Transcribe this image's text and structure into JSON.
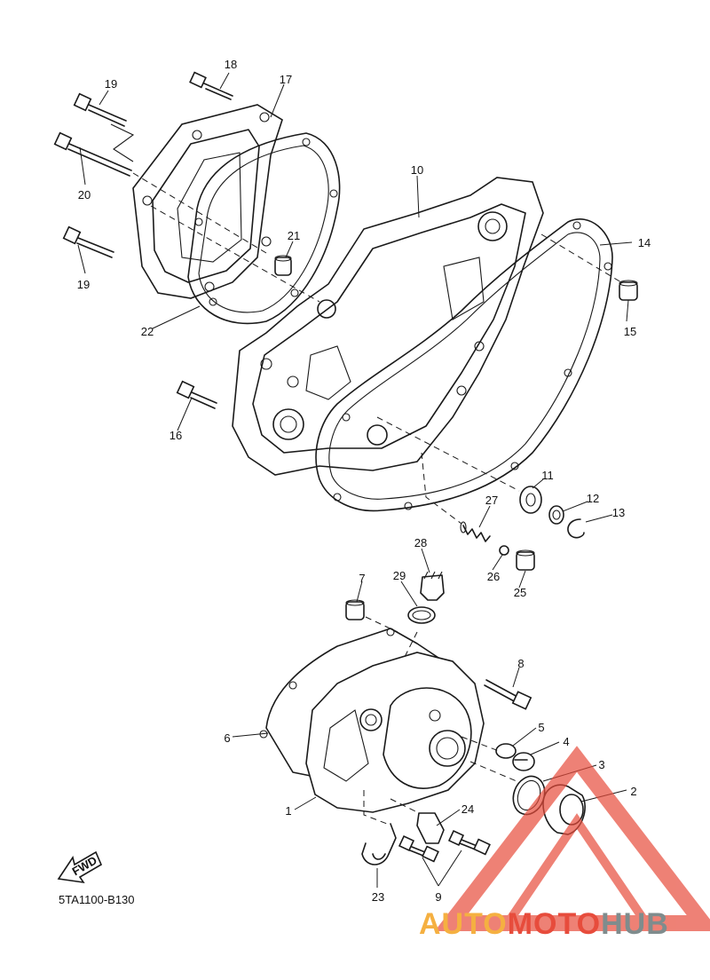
{
  "diagram": {
    "code": "5TA1100-B130",
    "fwd_label": "FWD",
    "callouts": [
      "1",
      "2",
      "3",
      "4",
      "5",
      "6",
      "7",
      "8",
      "9",
      "10",
      "11",
      "12",
      "13",
      "14",
      "15",
      "16",
      "17",
      "18",
      "19",
      "19",
      "20",
      "21",
      "22",
      "23",
      "24",
      "25",
      "26",
      "27",
      "28",
      "29"
    ]
  },
  "watermark": {
    "part1": "AUTO",
    "part2": "MOTO",
    "part3": "HUB",
    "colors": {
      "auto": "#f5b041",
      "moto": "#e74c3c",
      "hub": "#7f8c8d",
      "triangle": "#e74c3c"
    }
  }
}
